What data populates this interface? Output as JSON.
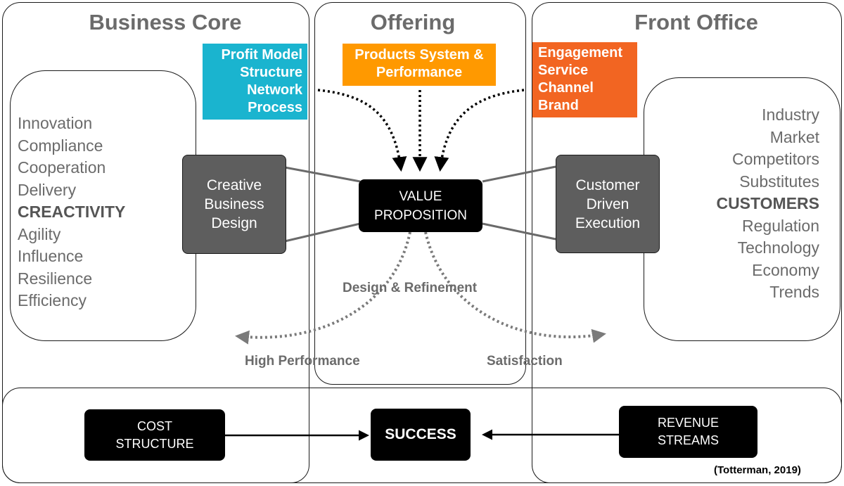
{
  "columns": {
    "business_core": "Business Core",
    "offering": "Offering",
    "front_office": "Front Office"
  },
  "tags": {
    "profit_model": [
      "Profit Model",
      "Structure",
      "Network",
      "Process"
    ],
    "products": [
      "Products System &",
      "Performance"
    ],
    "engagement": [
      "Engagement",
      "Service",
      "Channel",
      "Brand"
    ]
  },
  "left_list": {
    "items": [
      "Innovation",
      "Compliance",
      "Cooperation",
      "Delivery",
      "CREACTIVITY",
      "Agility",
      "Influence",
      "Resilience",
      "Efficiency"
    ]
  },
  "right_list": {
    "items": [
      "Industry",
      "Market",
      "Competitors",
      "Substitutes",
      "CUSTOMERS",
      "Regulation",
      "Technology",
      "Economy",
      "Trends"
    ]
  },
  "nodes": {
    "creative": [
      "Creative",
      "Business",
      "Design"
    ],
    "value": [
      "VALUE",
      "PROPOSITION"
    ],
    "customer": [
      "Customer",
      "Driven",
      "Execution"
    ],
    "cost": [
      "COST",
      "STRUCTURE"
    ],
    "success": "SUCCESS",
    "revenue": [
      "REVENUE",
      "STREAMS"
    ]
  },
  "flows": {
    "design": "Design & Refinement",
    "high_performance": "High Performance",
    "satisfaction": "Satisfaction"
  },
  "citation": "(Totterman, 2019)",
  "colors": {
    "profit_tag": "#1ab4cf",
    "products_tag": "#ff9900",
    "engagement_tag": "#f26522",
    "node_gray": "#5e5e5e",
    "node_black": "#000000",
    "text_gray": "#6b6b6b"
  }
}
